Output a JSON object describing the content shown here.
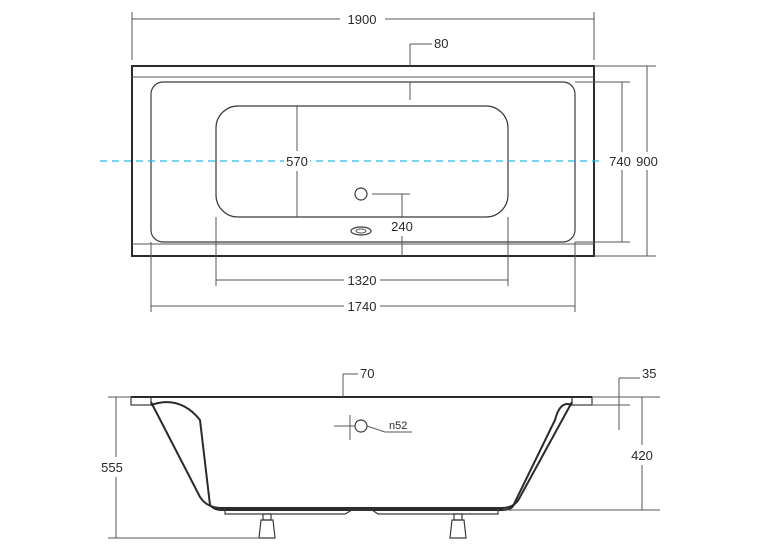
{
  "dimensions": {
    "total_length": "1900",
    "overflow_offset": "80",
    "total_width": "900",
    "inner_width": "740",
    "basin_width": "570",
    "drain_offset": "240",
    "basin_length": "1320",
    "inner_length": "1740",
    "rim_thickness": "70",
    "ledge_height": "35",
    "total_height": "555",
    "depth": "420",
    "overflow_diameter": "n52"
  },
  "colors": {
    "axis": "#33b5e5",
    "lines": "#333333"
  }
}
